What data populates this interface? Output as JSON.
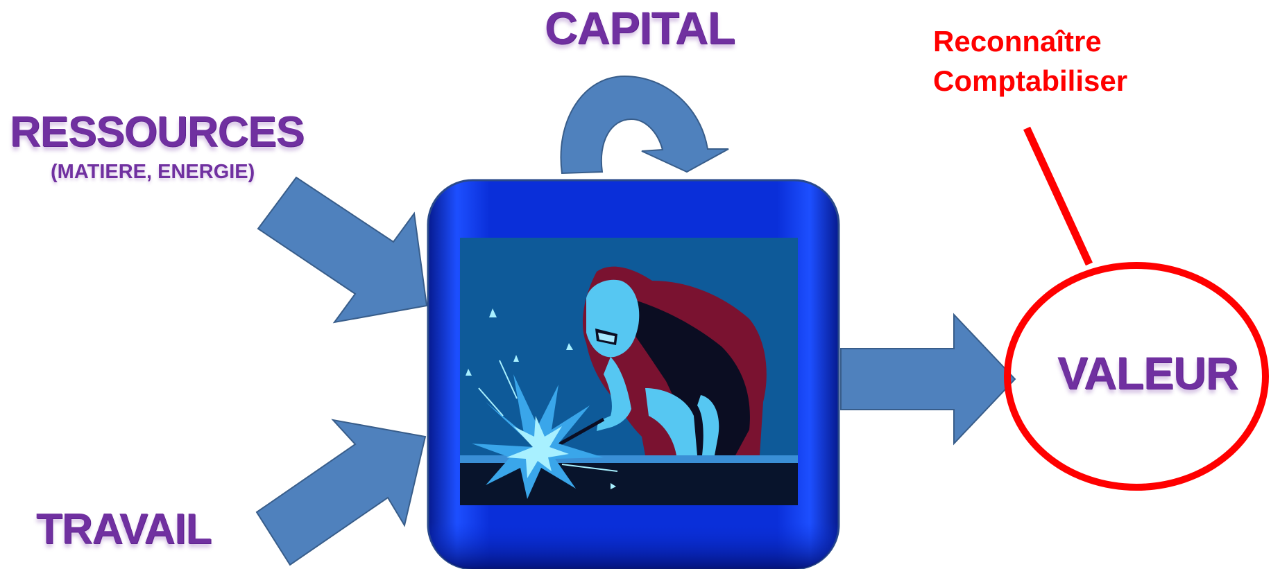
{
  "labels": {
    "capital": "CAPITAL",
    "ressources": "RESSOURCES",
    "ressources_sub": "(MATIERE, ENERGIE)",
    "travail": "TRAVAIL",
    "valeur": "VALEUR",
    "reconnaitre": "Reconnaître",
    "comptabiliser": "Comptabiliser"
  },
  "colors": {
    "label_purple": "#7030a0",
    "arrow_fill": "#4f81bd",
    "arrow_stroke": "#385d8a",
    "box_blue": "#0a2fd9",
    "highlight_red": "#ff0000"
  },
  "icons": {
    "process_image": "welder-icon"
  }
}
